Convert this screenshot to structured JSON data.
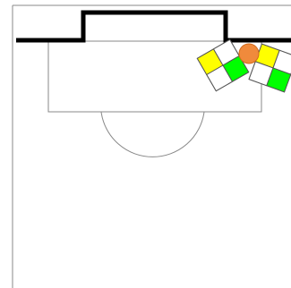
{
  "scene": {
    "type": "soccer-field-top-down"
  },
  "colors": {
    "background": "#ffffff",
    "field_lines": "#888888",
    "goal": "#000000",
    "ball": "#f08a3c",
    "robot_body": "#ffffff",
    "robot_outline": "#555555",
    "marker_yellow": "#ffff00",
    "marker_green": "#00ff00"
  },
  "robots": [
    {
      "id": "robot-1",
      "markers": [
        "yellow",
        "white",
        "white",
        "green"
      ]
    },
    {
      "id": "robot-2",
      "markers": [
        "yellow",
        "white",
        "white",
        "green"
      ]
    }
  ],
  "ball": {
    "icon": "ball-icon"
  }
}
